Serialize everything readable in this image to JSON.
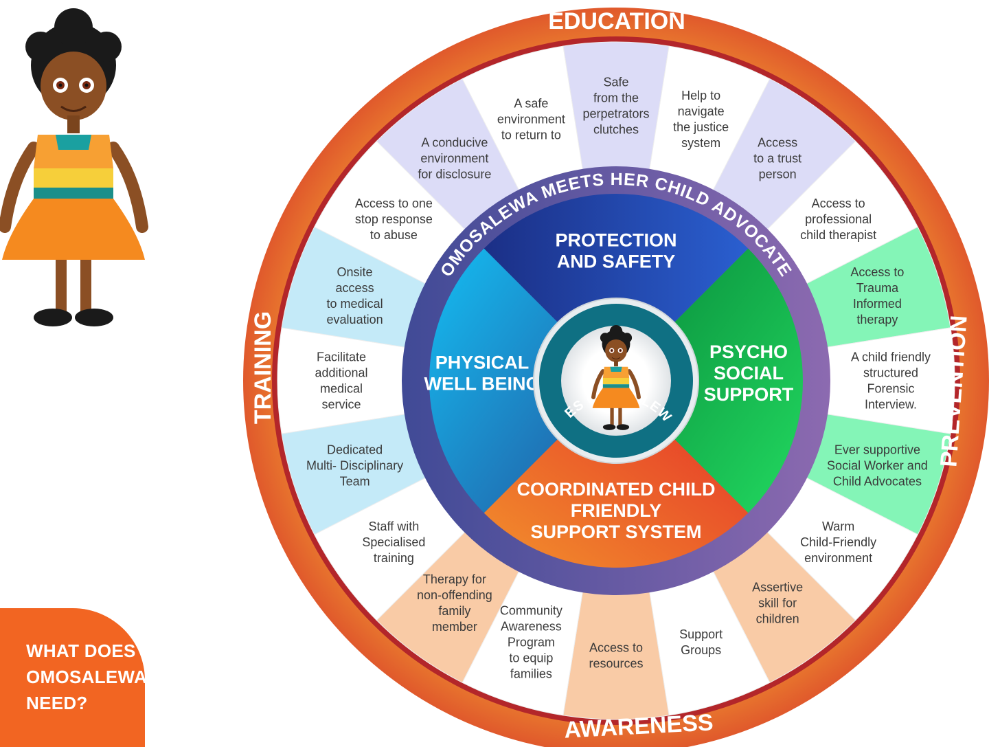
{
  "outer_labels": {
    "top": "EDUCATION",
    "right": "PREVENTION",
    "bottom": "AWARENESS",
    "left": "TRAINING"
  },
  "advocate_ring_text": "OMOSALEWA MEETS HER CHILD ADVOCATE",
  "center_ring_text": "WHAT DOES OMOSALEWA NEED?",
  "quadrants": [
    {
      "key": "protection",
      "lines": [
        "PROTECTION",
        "AND SAFETY"
      ],
      "color_from": "#1d3c98",
      "color_to": "#2a5fd0"
    },
    {
      "key": "psycho",
      "lines": [
        "PSYCHO",
        "SOCIAL",
        "SUPPORT"
      ],
      "color_from": "#0a8a3c",
      "color_to": "#1fd45e"
    },
    {
      "key": "coordinated",
      "lines": [
        "COORDINATED CHILD",
        "FRIENDLY",
        "SUPPORT SYSTEM"
      ],
      "color_from": "#e94c2b",
      "color_to": "#f08b2a"
    },
    {
      "key": "physical",
      "lines": [
        "PHYSICAL",
        "WELL BEING"
      ],
      "color_from": "#1aa3d9",
      "color_to": "#2b4f98"
    }
  ],
  "segments": [
    {
      "text": [
        "Safe",
        "from the",
        "perpetrators",
        "clutches"
      ],
      "fill": "#dcdcf7"
    },
    {
      "text": [
        "Help to",
        "navigate",
        "the justice",
        "system"
      ],
      "fill": "#ffffff"
    },
    {
      "text": [
        "Access",
        "to a trust",
        "person"
      ],
      "fill": "#dcdcf7"
    },
    {
      "text": [
        "Access to",
        "professional",
        "child therapist"
      ],
      "fill": "#ffffff"
    },
    {
      "text": [
        "Access to",
        "Trauma",
        "Informed",
        "therapy"
      ],
      "fill": "#84f5b7"
    },
    {
      "text": [
        "A child friendly",
        "structured",
        "Forensic",
        "Interview."
      ],
      "fill": "#ffffff"
    },
    {
      "text": [
        "Ever supportive",
        "Social Worker and",
        "Child Advocates"
      ],
      "fill": "#84f5b7"
    },
    {
      "text": [
        "Warm",
        "Child-Friendly",
        "environment"
      ],
      "fill": "#ffffff"
    },
    {
      "text": [
        "Assertive",
        "skill for",
        "children"
      ],
      "fill": "#f9cba6"
    },
    {
      "text": [
        "Support",
        "Groups"
      ],
      "fill": "#ffffff"
    },
    {
      "text": [
        "Access to",
        "resources"
      ],
      "fill": "#f9cba6"
    },
    {
      "text": [
        "Community",
        "Awareness",
        "Program",
        "to equip",
        "families"
      ],
      "fill": "#ffffff"
    },
    {
      "text": [
        "Therapy for",
        "non-offending",
        "family",
        "member"
      ],
      "fill": "#f9cba6"
    },
    {
      "text": [
        "Staff with",
        "Specialised",
        "training"
      ],
      "fill": "#ffffff"
    },
    {
      "text": [
        "Dedicated",
        "Multi- Disciplinary",
        "Team"
      ],
      "fill": "#c4eaf8"
    },
    {
      "text": [
        "Facilitate",
        "additional",
        "medical",
        "service"
      ],
      "fill": "#ffffff"
    },
    {
      "text": [
        "Onsite",
        "access",
        "to medical",
        "evaluation"
      ],
      "fill": "#c4eaf8"
    },
    {
      "text": [
        "Access to one",
        "stop response",
        "to abuse"
      ],
      "fill": "#ffffff"
    },
    {
      "text": [
        "A conducive",
        "environment",
        "for disclosure"
      ],
      "fill": "#dcdcf7"
    },
    {
      "text": [
        "A safe",
        "environment",
        "to return to"
      ],
      "fill": "#ffffff"
    }
  ],
  "badge": {
    "line1": "WHAT DOES",
    "line2": "OMOSALEWA",
    "line3": "NEED?"
  },
  "colors": {
    "outer_ring": "#e8702a",
    "outer_ring_edge": "#e4622a",
    "red_rim": "#b3262a",
    "advocate_ring": "#6a58a3",
    "center_ring": "#0f7083",
    "badge": "#f26522"
  }
}
